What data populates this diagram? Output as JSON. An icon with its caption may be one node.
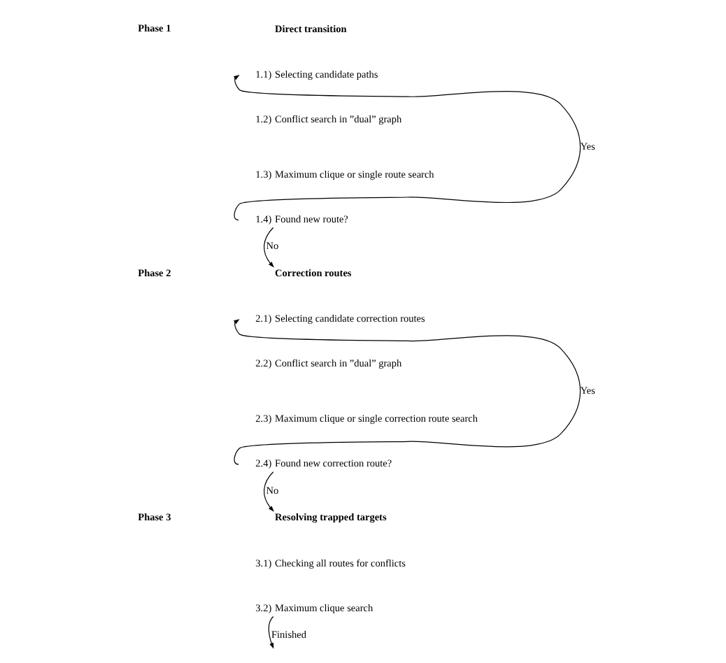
{
  "diagram": {
    "nodes": [
      {
        "text": [
          "Direct transition"
        ]
      },
      {
        "text": [
          "1.1)",
          "Selecting candidate paths"
        ]
      },
      {
        "text": [
          "1.2)",
          "Conflict search in ”dual” graph"
        ]
      },
      {
        "text": [
          "1.3)",
          "Maximum clique or single route search"
        ]
      },
      {
        "text": [
          "1.4)",
          "Found new route?"
        ]
      },
      {
        "text": [
          "Correction routes"
        ]
      },
      {
        "text": [
          "2.1)",
          "Selecting candidate correction routes"
        ]
      },
      {
        "text": [
          "2.2)",
          "Conflict search in ”dual” graph"
        ]
      },
      {
        "text": [
          "2.3)",
          "Maximum clique or single correction route search"
        ]
      },
      {
        "text": [
          "2.4)",
          "Found new correction route?"
        ]
      },
      {
        "text": [
          "Resolving trapped targets"
        ]
      },
      {
        "text": [
          "3.1)",
          "Checking all routes for conflicts"
        ]
      },
      {
        "text": [
          "3.2)",
          "Maximum clique search"
        ]
      }
    ],
    "edges": [
      {
        "from": 4,
        "to": 1,
        "arrow": "to",
        "label": "Yes"
      },
      {
        "from": 4,
        "to": 5,
        "arrow": "to",
        "label": "No"
      },
      {
        "from": 9,
        "to": 6,
        "arrow": "to",
        "label": "Yes"
      },
      {
        "from": 9,
        "to": 10,
        "arrow": "to",
        "label": "No"
      },
      {
        "from": 12,
        "to": null,
        "arrow": "to",
        "label": "Finished"
      }
    ],
    "labels": [
      "Phase 1",
      "Phase 2",
      "Phase 3"
    ]
  }
}
